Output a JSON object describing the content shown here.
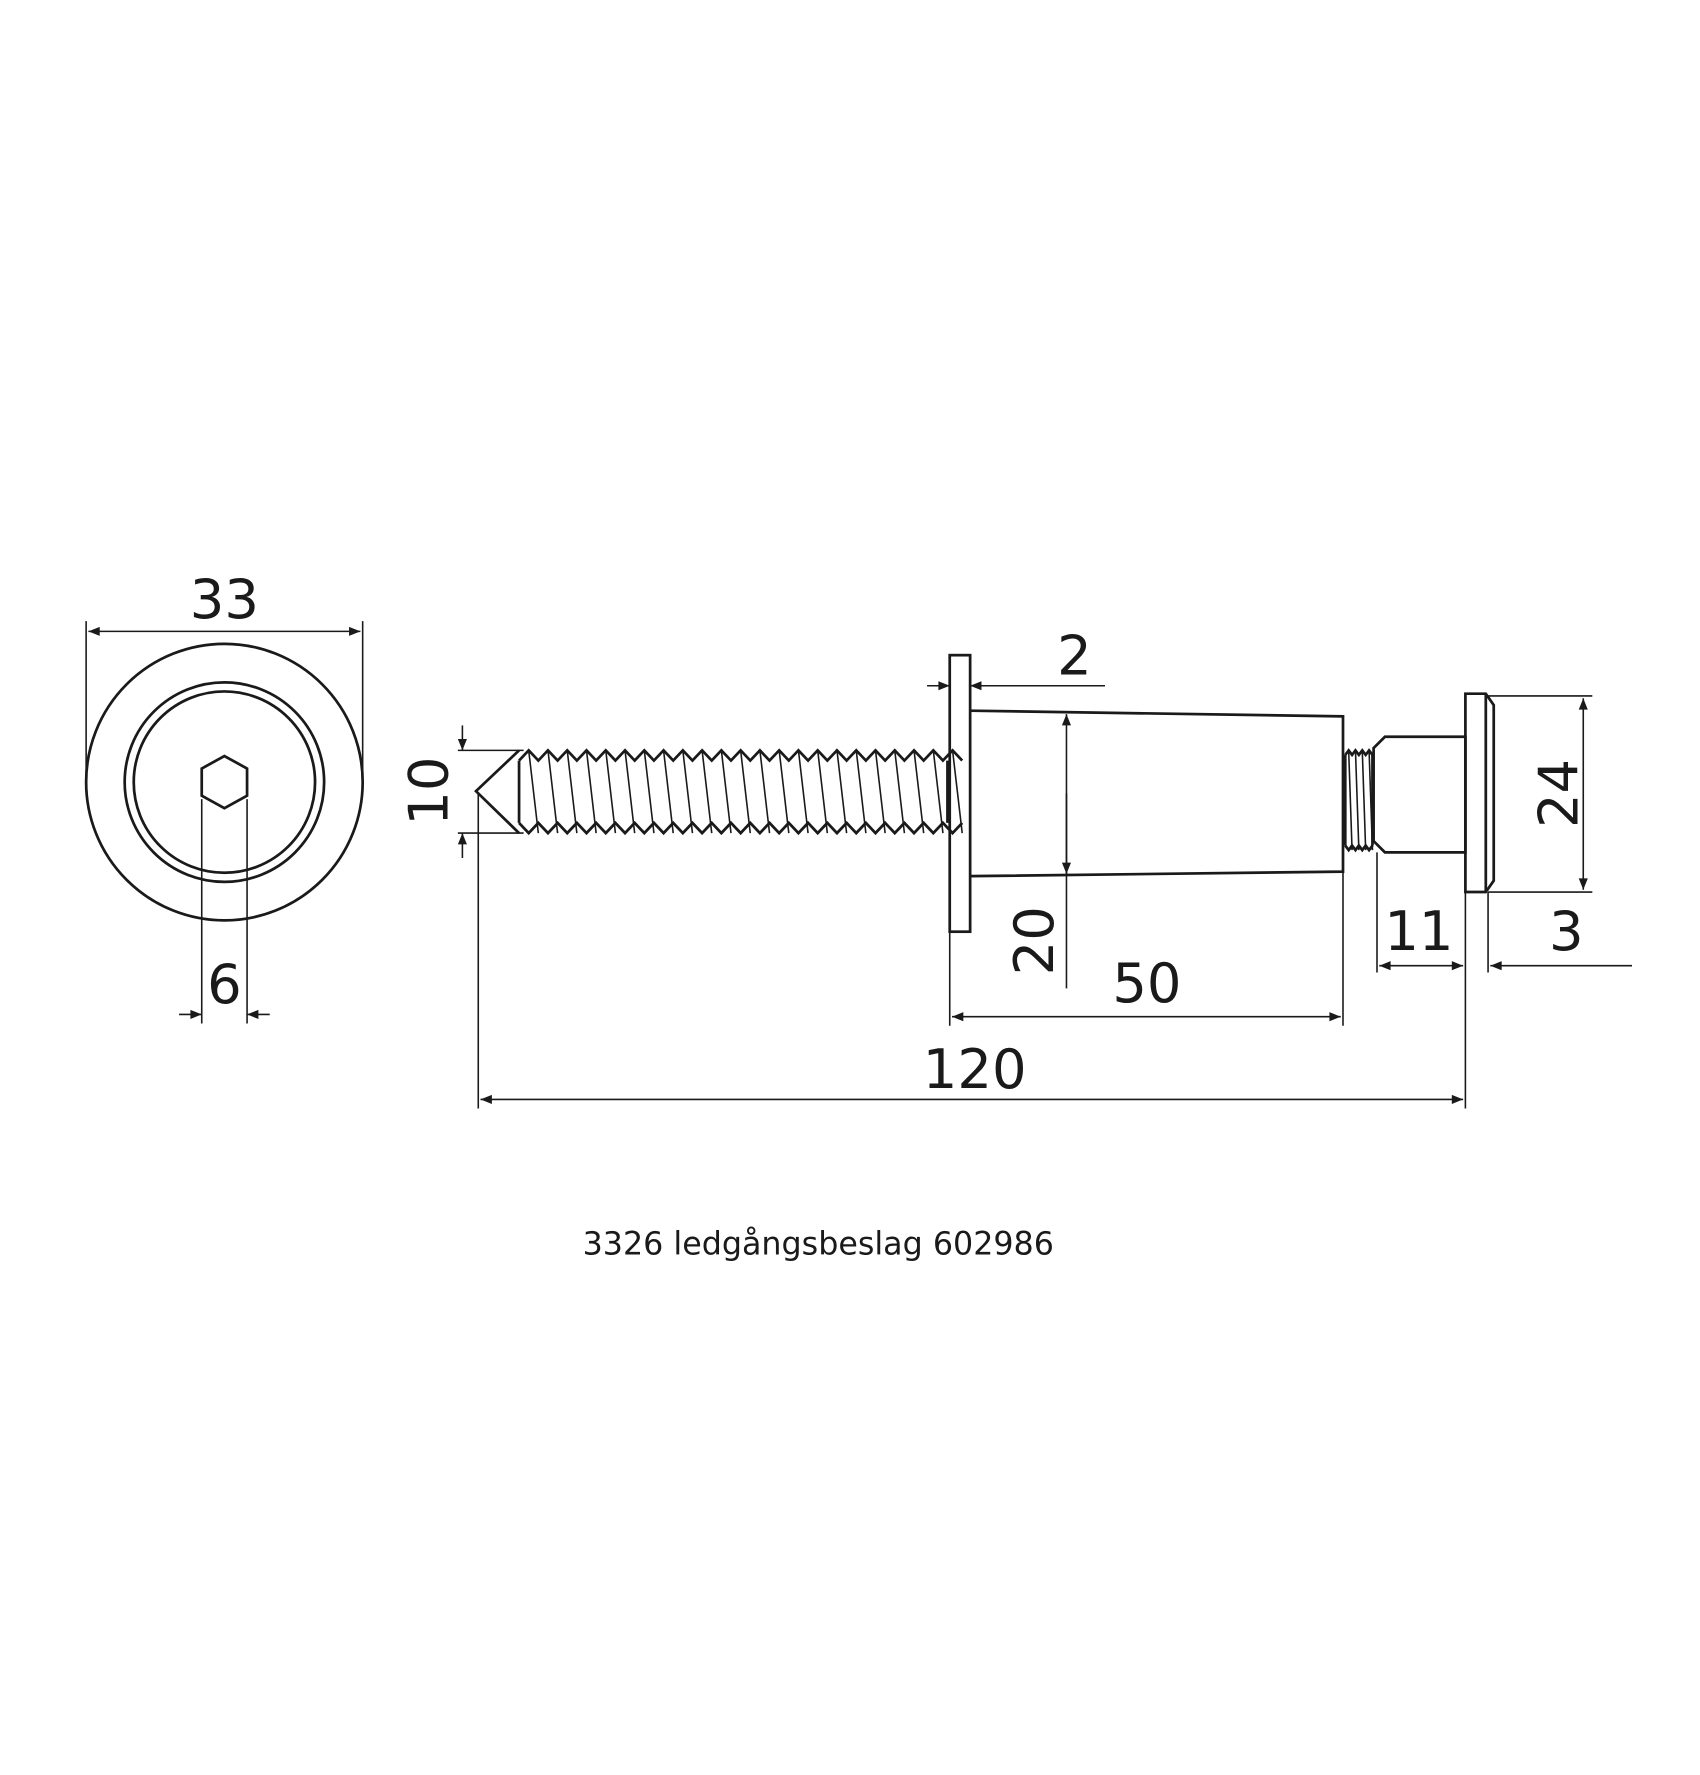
{
  "drawing": {
    "caption": "3326 ledgångsbeslag 602986",
    "dimensions": {
      "outer_diameter": "33",
      "hex_socket": "6",
      "thread_diameter": "10",
      "flange_thickness": "2",
      "collar_diameter": "20",
      "collar_length": "50",
      "overall_length": "120",
      "head_diameter": "24",
      "cap_length": "11",
      "head_thickness": "3"
    }
  }
}
